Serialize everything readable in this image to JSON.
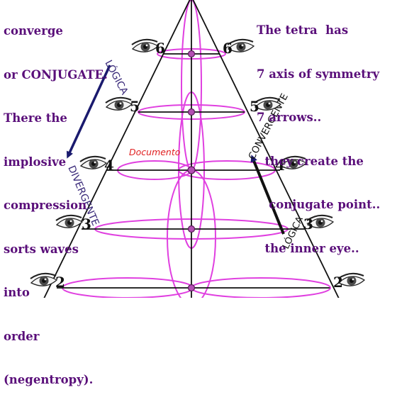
{
  "left_text": {
    "lines": [
      "converge",
      "or CONJUGATE.",
      "There the",
      "implosive",
      "compression",
      "sorts waves",
      "into",
      "order",
      "(negentropy)."
    ]
  },
  "right_text": {
    "lines": [
      "The tetra  has",
      "7 axis of symmetry",
      "7 arrows..",
      "  they create the",
      "   conjugate point..",
      "  the inner eye.."
    ]
  },
  "levels": {
    "left": [
      "6",
      "5",
      "4",
      "3",
      "2"
    ],
    "right": [
      "6",
      "5",
      "4",
      "3",
      "2"
    ]
  },
  "labels": {
    "logica_top": "LÓGICA",
    "divergente": "DIVERGENTE",
    "convergente": "CONVERGENTE",
    "logica_bottom": "LÓGICA",
    "documento": "Documento"
  },
  "colors": {
    "text_purple": "#5a0f7a",
    "ellipse_magenta": "#e040e0",
    "node_purple": "#7a1a7a",
    "arrow_navy": "#1a1a6e",
    "documento_red": "#e02020",
    "line_black": "#111111"
  },
  "icons": {
    "eye": "eye-icon",
    "node": "node-dot"
  }
}
